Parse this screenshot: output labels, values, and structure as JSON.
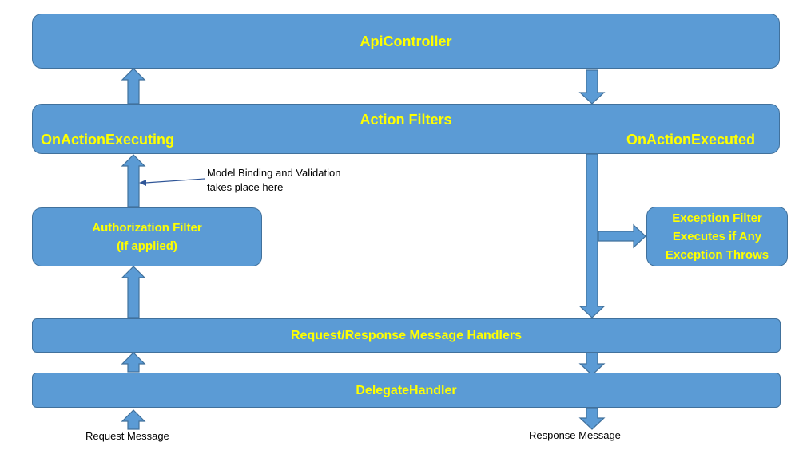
{
  "api_controller": {
    "label": "ApiController"
  },
  "action_filters": {
    "title": "Action Filters",
    "left_label": "OnActionExecuting",
    "right_label": "OnActionExecuted"
  },
  "model_binding_note": {
    "line1": "Model Binding and Validation",
    "line2": "takes place here"
  },
  "authorization_filter": {
    "line1": "Authorization Filter",
    "line2": "(If applied)"
  },
  "exception_filter": {
    "line1": "Exception Filter",
    "line2": "Executes if Any",
    "line3": "Exception Throws"
  },
  "message_handlers": {
    "label": "Request/Response Message Handlers"
  },
  "delegate_handler": {
    "label": "DelegateHandler"
  },
  "request_message": {
    "label": "Request Message"
  },
  "response_message": {
    "label": "Response Message"
  },
  "colors": {
    "box_fill": "#5b9bd5",
    "box_border": "#41719c",
    "box_text": "#ffff00",
    "note_arrow": "#2f5597"
  }
}
